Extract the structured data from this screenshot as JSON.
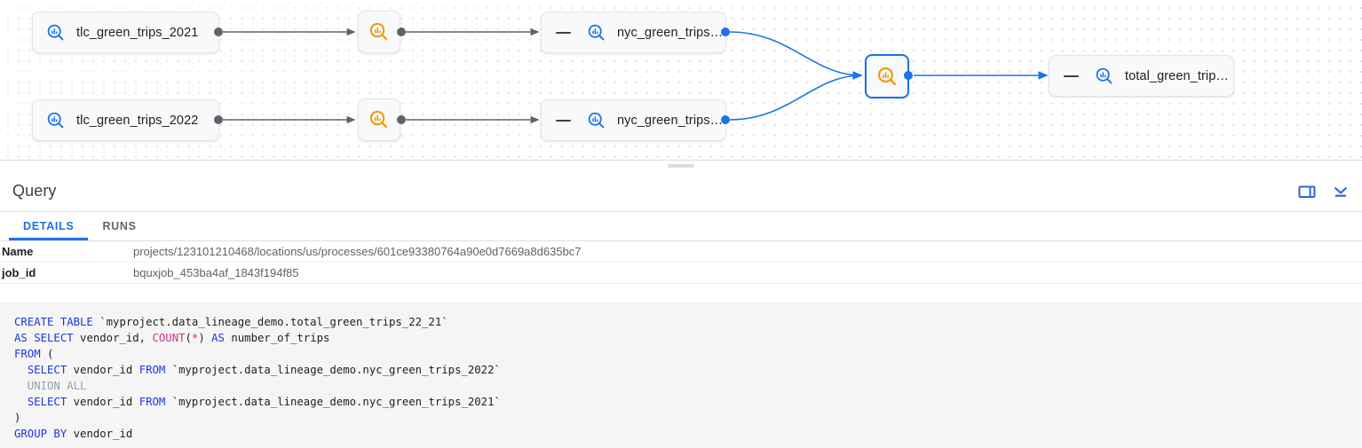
{
  "lineage": {
    "nodes": [
      {
        "id": "tlc_2021",
        "type": "table",
        "label": "tlc_green_trips_2021",
        "icon": "bigquery-table-search-icon",
        "icon_color": "#1a73e8",
        "collapsible": false,
        "selected": false
      },
      {
        "id": "tlc_2022",
        "type": "table",
        "label": "tlc_green_trips_2022",
        "icon": "bigquery-table-search-icon",
        "icon_color": "#1a73e8",
        "collapsible": false,
        "selected": false
      },
      {
        "id": "proc_top",
        "type": "process",
        "label": "",
        "icon": "bigquery-process-search-icon",
        "icon_color": "#f29900",
        "collapsible": false,
        "selected": false
      },
      {
        "id": "proc_bot",
        "type": "process",
        "label": "",
        "icon": "bigquery-process-search-icon",
        "icon_color": "#f29900",
        "collapsible": false,
        "selected": false
      },
      {
        "id": "nyc_top",
        "type": "table",
        "label": "nyc_green_trips…",
        "icon": "bigquery-table-search-icon",
        "icon_color": "#1a73e8",
        "collapsible": true,
        "selected": false
      },
      {
        "id": "nyc_bot",
        "type": "table",
        "label": "nyc_green_trips…",
        "icon": "bigquery-table-search-icon",
        "icon_color": "#1a73e8",
        "collapsible": true,
        "selected": false
      },
      {
        "id": "proc_mid",
        "type": "process",
        "label": "",
        "icon": "bigquery-process-search-icon",
        "icon_color": "#f29900",
        "collapsible": false,
        "selected": true
      },
      {
        "id": "total",
        "type": "table",
        "label": "total_green_trip…",
        "icon": "bigquery-table-search-icon",
        "icon_color": "#1a73e8",
        "collapsible": true,
        "selected": false
      }
    ],
    "colors": {
      "edge_gray": "#5f6368",
      "edge_blue": "#1a73e8",
      "node_bg": "#f8f9fa",
      "selected_border": "#1a73e8",
      "grid_dot": "#dadce0"
    }
  },
  "query": {
    "title": "Query",
    "header_icons": [
      {
        "name": "side-panel-icon",
        "color": "#2f66d8"
      },
      {
        "name": "collapse-panel-icon",
        "color": "#2f66d8"
      }
    ],
    "tabs": [
      {
        "label": "DETAILS",
        "active": true
      },
      {
        "label": "RUNS",
        "active": false
      }
    ],
    "details": [
      {
        "key": "Name",
        "value": "projects/123101210468/locations/us/processes/601ce93380764a90e0d7669a8d635bc7"
      },
      {
        "key": "job_id",
        "value": "bquxjob_453ba4af_1843f194f85"
      }
    ],
    "sql": {
      "lines": [
        [
          {
            "t": "CREATE TABLE ",
            "c": "kw"
          },
          {
            "t": "`myproject.data_lineage_demo.total_green_trips_22_21`",
            "c": "plain"
          }
        ],
        [
          {
            "t": "AS SELECT ",
            "c": "kw"
          },
          {
            "t": "vendor_id, ",
            "c": "plain"
          },
          {
            "t": "COUNT",
            "c": "fn"
          },
          {
            "t": "(",
            "c": "plain"
          },
          {
            "t": "*",
            "c": "star"
          },
          {
            "t": ") ",
            "c": "plain"
          },
          {
            "t": "AS ",
            "c": "kw"
          },
          {
            "t": "number_of_trips",
            "c": "plain"
          }
        ],
        [
          {
            "t": "FROM ",
            "c": "kw"
          },
          {
            "t": "(",
            "c": "plain"
          }
        ],
        [
          {
            "t": "  ",
            "c": "plain"
          },
          {
            "t": "SELECT ",
            "c": "kw"
          },
          {
            "t": "vendor_id ",
            "c": "plain"
          },
          {
            "t": "FROM ",
            "c": "kw"
          },
          {
            "t": "`myproject.data_lineage_demo.nyc_green_trips_2022`",
            "c": "plain"
          }
        ],
        [
          {
            "t": "  UNION ALL",
            "c": "cmt"
          }
        ],
        [
          {
            "t": "  ",
            "c": "plain"
          },
          {
            "t": "SELECT ",
            "c": "kw"
          },
          {
            "t": "vendor_id ",
            "c": "plain"
          },
          {
            "t": "FROM ",
            "c": "kw"
          },
          {
            "t": "`myproject.data_lineage_demo.nyc_green_trips_2021`",
            "c": "plain"
          }
        ],
        [
          {
            "t": ")",
            "c": "plain"
          }
        ],
        [
          {
            "t": "GROUP BY ",
            "c": "kw"
          },
          {
            "t": "vendor_id",
            "c": "plain"
          }
        ]
      ]
    }
  }
}
